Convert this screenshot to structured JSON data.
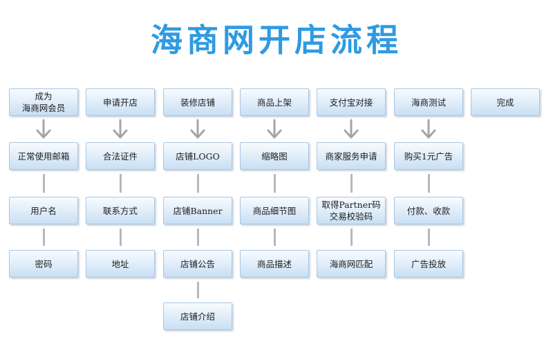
{
  "title": "海商网开店流程",
  "colors": {
    "title": "#2d9be3",
    "box_top": "#f7fbff",
    "box_bottom": "#c8dff4",
    "box_border": "#a9c6e2",
    "connector": "#b8b8b8"
  },
  "columns": [
    {
      "header": [
        "成为",
        "海商网会员"
      ],
      "items": [
        "正常使用邮箱",
        "用户名",
        "密码"
      ]
    },
    {
      "header": [
        "申请开店"
      ],
      "items": [
        "合法证件",
        "联系方式",
        "地址"
      ]
    },
    {
      "header": [
        "装修店铺"
      ],
      "items": [
        "店铺LOGO",
        "店铺Banner",
        "店铺公告",
        "店铺介绍"
      ]
    },
    {
      "header": [
        "商品上架"
      ],
      "items": [
        "缩略图",
        "商品细节图",
        "商品描述"
      ]
    },
    {
      "header": [
        "支付宝对接"
      ],
      "items": [
        "商家服务申请",
        "取得Partner码\n交易校验码",
        "海商网匹配"
      ]
    },
    {
      "header": [
        "海商测试"
      ],
      "items": [
        "购买1元广告",
        "付款、收款",
        "广告投放"
      ]
    },
    {
      "header": [
        "完成"
      ],
      "items": []
    }
  ]
}
